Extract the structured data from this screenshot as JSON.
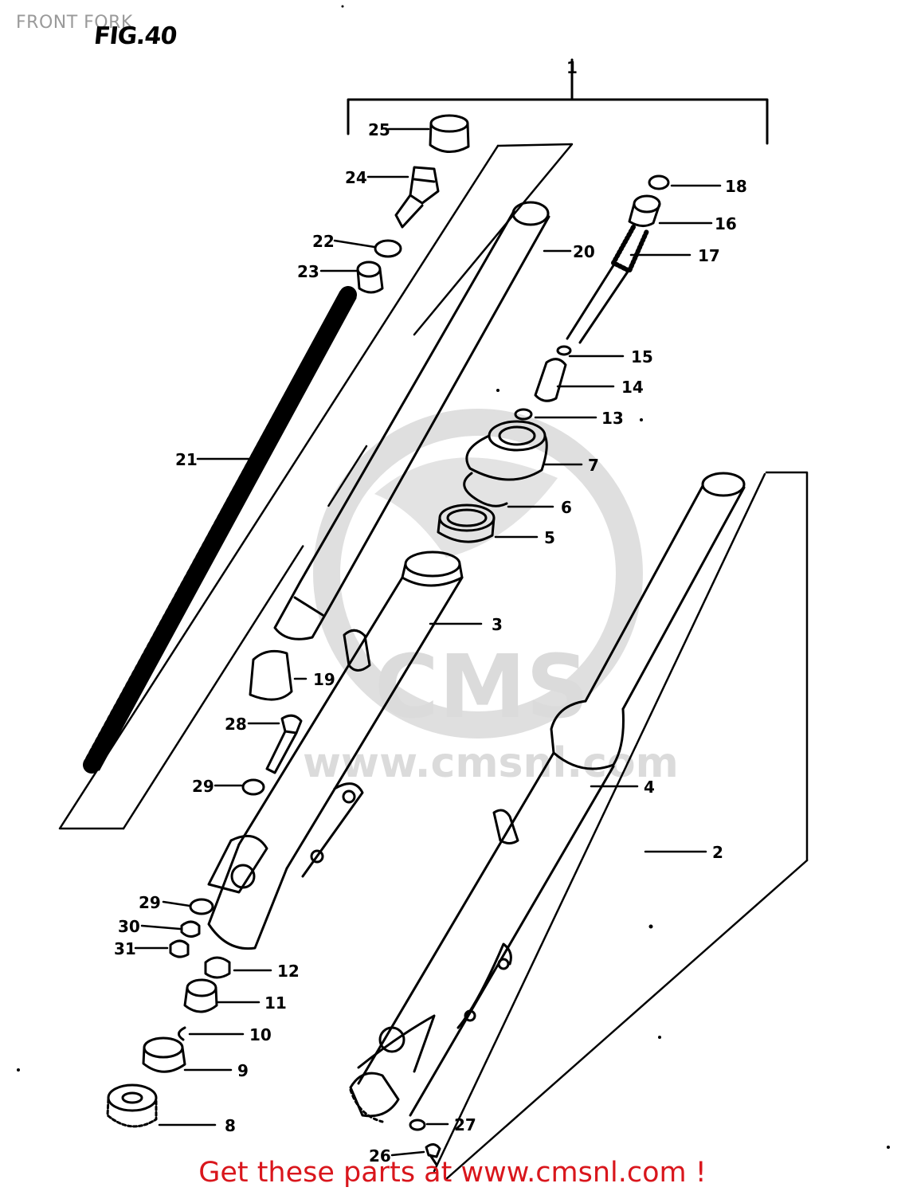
{
  "page": {
    "title": "FRONT FORK",
    "figure_label": "FIG.40",
    "footer_link": "Get these parts at www.cmsnl.com !"
  },
  "watermark": {
    "logo_text": "CMS",
    "url_text": "www.cmsnl.com"
  },
  "callouts": {
    "c1": "1",
    "c2": "2",
    "c3": "3",
    "c4": "4",
    "c5": "5",
    "c6": "6",
    "c7": "7",
    "c8": "8",
    "c9": "9",
    "c10": "10",
    "c11": "11",
    "c12": "12",
    "c13": "13",
    "c14": "14",
    "c15": "15",
    "c16": "16",
    "c17": "17",
    "c18": "18",
    "c19": "19",
    "c20": "20",
    "c21": "21",
    "c22": "22",
    "c23": "23",
    "c24": "24",
    "c25": "25",
    "c26": "26",
    "c27": "27",
    "c28": "28",
    "c29a": "29",
    "c29b": "29",
    "c30": "30",
    "c31": "31"
  },
  "colors": {
    "line": "#000000",
    "watermark": "#d8d8d8",
    "footer": "#d9161c",
    "title": "#9a9a9a"
  }
}
